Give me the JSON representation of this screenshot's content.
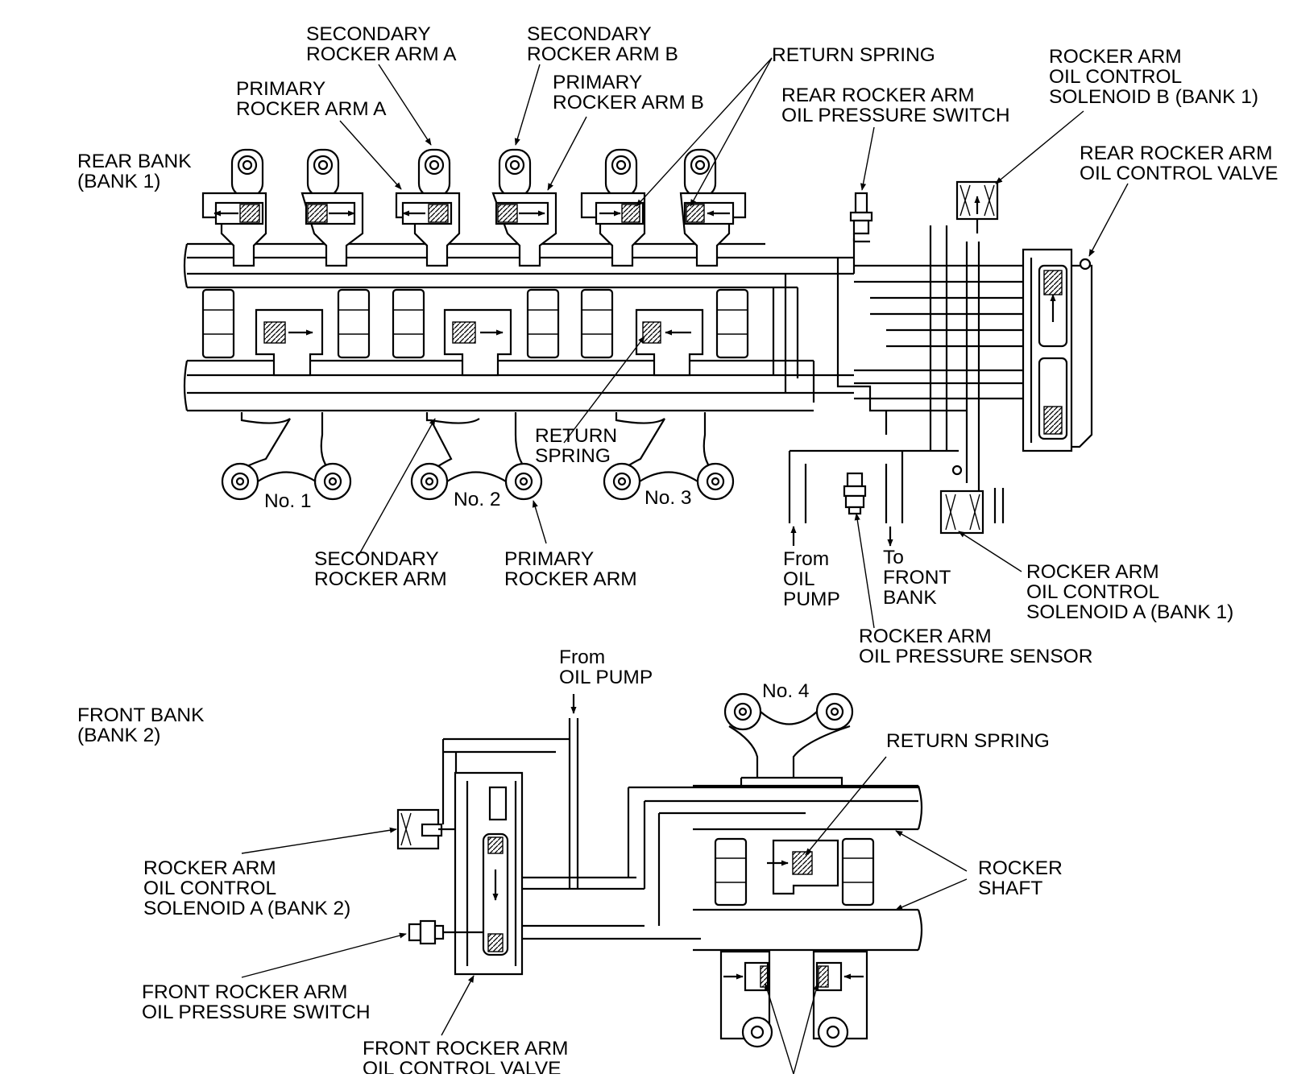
{
  "colors": {
    "ink": "#000000",
    "paper": "#ffffff"
  },
  "labels": {
    "secondary_rocker_arm_a": [
      "SECONDARY",
      "ROCKER ARM A"
    ],
    "secondary_rocker_arm_b": [
      "SECONDARY",
      "ROCKER ARM B"
    ],
    "primary_rocker_arm_a": [
      "PRIMARY",
      "ROCKER ARM A"
    ],
    "primary_rocker_arm_b": [
      "PRIMARY",
      "ROCKER ARM B"
    ],
    "return_spring_top": [
      "RETURN SPRING"
    ],
    "rear_oil_pressure_switch": [
      "REAR ROCKER ARM",
      "OIL PRESSURE SWITCH"
    ],
    "solenoid_b_bank1": [
      "ROCKER ARM",
      "OIL CONTROL",
      "SOLENOID B (BANK 1)"
    ],
    "rear_oil_control_valve": [
      "REAR ROCKER ARM",
      "OIL CONTROL VALVE"
    ],
    "rear_bank": [
      "REAR BANK",
      "(BANK 1)"
    ],
    "no1": [
      "No. 1"
    ],
    "no2": [
      "No. 2"
    ],
    "no3": [
      "No. 3"
    ],
    "return_spring_mid": [
      "RETURN",
      "SPRING"
    ],
    "secondary_rocker_arm": [
      "SECONDARY",
      "ROCKER ARM"
    ],
    "primary_rocker_arm": [
      "PRIMARY",
      "ROCKER ARM"
    ],
    "from_oil_pump_rear": [
      "From",
      "OIL",
      "PUMP"
    ],
    "to_front_bank": [
      "To",
      "FRONT",
      "BANK"
    ],
    "solenoid_a_bank1": [
      "ROCKER ARM",
      "OIL CONTROL",
      "SOLENOID A (BANK 1)"
    ],
    "oil_pressure_sensor": [
      "ROCKER ARM",
      "OIL PRESSURE SENSOR"
    ],
    "from_oil_pump_front": [
      "From",
      "OIL PUMP"
    ],
    "front_bank": [
      "FRONT BANK",
      "(BANK 2)"
    ],
    "no4": [
      "No. 4"
    ],
    "return_spring_front": [
      "RETURN SPRING"
    ],
    "rocker_shaft": [
      "ROCKER",
      "SHAFT"
    ],
    "solenoid_a_bank2": [
      "ROCKER ARM",
      "OIL CONTROL",
      "SOLENOID A (BANK 2)"
    ],
    "front_oil_pressure_switch": [
      "FRONT ROCKER ARM",
      "OIL PRESSURE SWITCH"
    ],
    "front_oil_control_valve": [
      "FRONT ROCKER ARM",
      "OIL CONTROL VALVE"
    ]
  }
}
